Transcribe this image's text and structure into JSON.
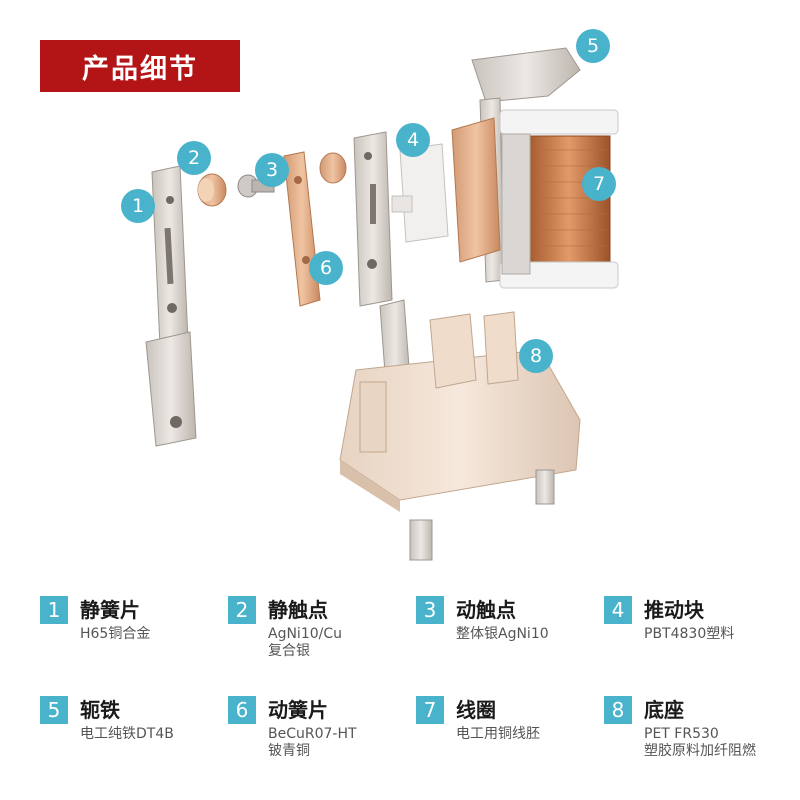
{
  "title": "产品细节",
  "colors": {
    "accent": "#b31416",
    "badge": "#49b3cc"
  },
  "callouts": [
    "1",
    "2",
    "3",
    "4",
    "5",
    "6",
    "7",
    "8"
  ],
  "parts": [
    {
      "num": "1",
      "name": "静簧片",
      "desc": [
        "H65铜合金"
      ]
    },
    {
      "num": "2",
      "name": "静触点",
      "desc": [
        "AgNi10/Cu",
        "复合银"
      ]
    },
    {
      "num": "3",
      "name": "动触点",
      "desc": [
        "整体银AgNi10"
      ]
    },
    {
      "num": "4",
      "name": "推动块",
      "desc": [
        "PBT4830塑料"
      ]
    },
    {
      "num": "5",
      "name": "轭铁",
      "desc": [
        "电工纯铁DT4B"
      ]
    },
    {
      "num": "6",
      "name": "动簧片",
      "desc": [
        "BeCuR07-HT",
        "铍青铜"
      ]
    },
    {
      "num": "7",
      "name": "线圈",
      "desc": [
        "电工用铜线胚"
      ]
    },
    {
      "num": "8",
      "name": "底座",
      "desc": [
        "PET FR530",
        "塑胶原料加纤阻燃"
      ]
    }
  ]
}
